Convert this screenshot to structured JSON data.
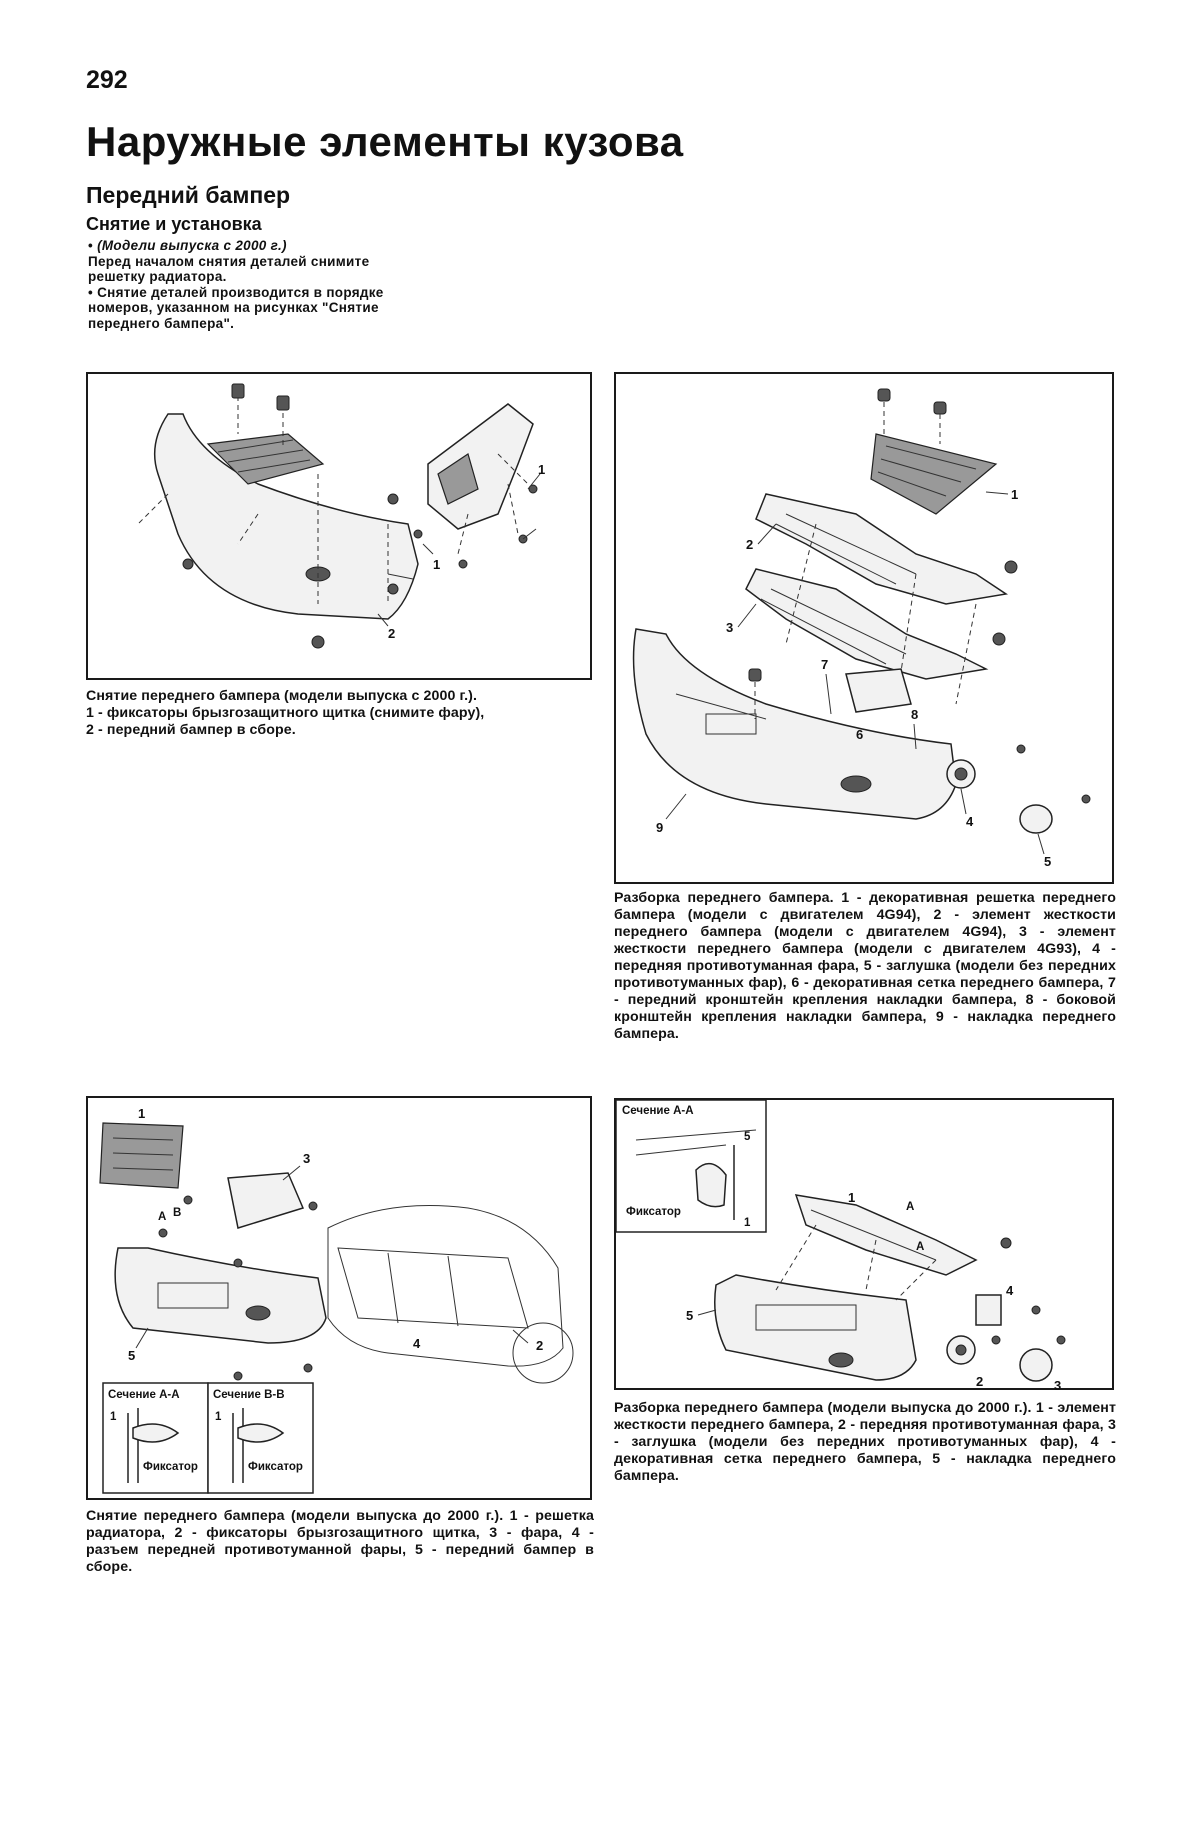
{
  "page": {
    "number": "292",
    "title": "Наружные элементы кузова",
    "section": "Передний бампер",
    "subsection": "Снятие и установка",
    "intro": {
      "bullet1_italic": "(Модели выпуска с 2000 г.)",
      "bullet1_text": "Перед началом снятия деталей снимите решетку радиатора.",
      "bullet2_text": "Снятие деталей производится в порядке номеров, указанном на рисунках \"Снятие переднего бампера\"."
    }
  },
  "figures": [
    {
      "caption_line1": "Снятие переднего бампера (модели выпуска с 2000 г.).",
      "caption_line2": "1 - фиксаторы брызгозащитного щитка (снимите фару),",
      "caption_line3": "2 - передний бампер в сборе.",
      "labels": [
        "1",
        "1",
        "2"
      ]
    },
    {
      "caption": "Разборка переднего бампера. 1 - декоративная решетка переднего бампера (модели с двигателем 4G94), 2 - элемент жесткости переднего бампера (модели с двигателем 4G94), 3 - элемент жесткости переднего бампера (модели с двигателем 4G93), 4 - передняя противотуманная фара, 5 - заглушка (модели без передних противотуманных фар), 6 - декоративная сетка переднего бампера, 7 - передний кронштейн крепления накладки бампера, 8 - боковой кронштейн крепления накладки бампера, 9 - накладка переднего бампера.",
      "labels": [
        "1",
        "2",
        "3",
        "4",
        "5",
        "6",
        "7",
        "8",
        "9"
      ]
    },
    {
      "caption": "Снятие переднего бампера (модели выпуска до 2000 г.). 1 - решетка радиатора, 2 - фиксаторы брызгозащитного щитка, 3 - фара, 4 - разъем передней противотуманной фары, 5 - передний бампер в сборе.",
      "labels": [
        "1",
        "2",
        "3",
        "4",
        "5",
        "A",
        "B"
      ],
      "inset_a_title": "Сечение A-A",
      "inset_b_title": "Сечение B-B",
      "inset_a_label": "Фиксатор",
      "inset_b_label": "Фиксатор",
      "inset_a_num": "1",
      "inset_b_num": "1"
    },
    {
      "caption": "Разборка переднего бампера (модели выпуска до 2000 г.). 1 - элемент жесткости переднего бампера, 2 - передняя противотуманная фара, 3 - заглушка (модели без передних противотуманных фар), 4 - декоративная сетка переднего бампера, 5 - накладка переднего бампера.",
      "labels": [
        "1",
        "2",
        "3",
        "4",
        "5",
        "A",
        "A"
      ],
      "inset_title": "Сечение A-A",
      "inset_label": "Фиксатор",
      "inset_nums": [
        "5",
        "1"
      ]
    }
  ]
}
